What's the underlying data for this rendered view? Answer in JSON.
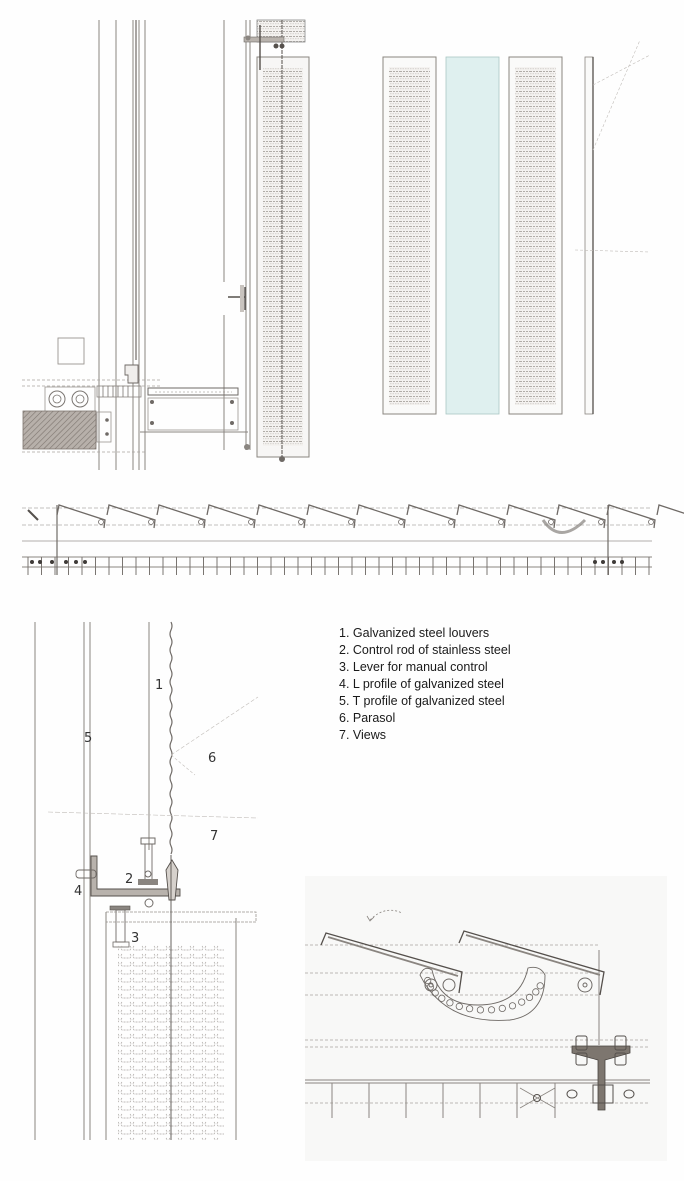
{
  "legend": {
    "items": [
      {
        "number": "1",
        "label": "1. Galvanized steel louvers"
      },
      {
        "number": "2",
        "label": "2. Control rod of stainless steel"
      },
      {
        "number": "3",
        "label": "3. Lever for manual control"
      },
      {
        "number": "4",
        "label": "4. L profile of galvanized steel"
      },
      {
        "number": "5",
        "label": "5. T profile of galvanized steel"
      },
      {
        "number": "6",
        "label": "6. Parasol"
      },
      {
        "number": "7",
        "label": "7. Views"
      }
    ]
  },
  "callouts": {
    "c1": "1",
    "c2": "2",
    "c3": "3",
    "c4": "4",
    "c5": "5",
    "c6": "6",
    "c7": "7"
  },
  "colors": {
    "line": "#8a8580",
    "glass": "#dff0ef",
    "hatch": "#8f8781",
    "background": "#fefefe"
  }
}
